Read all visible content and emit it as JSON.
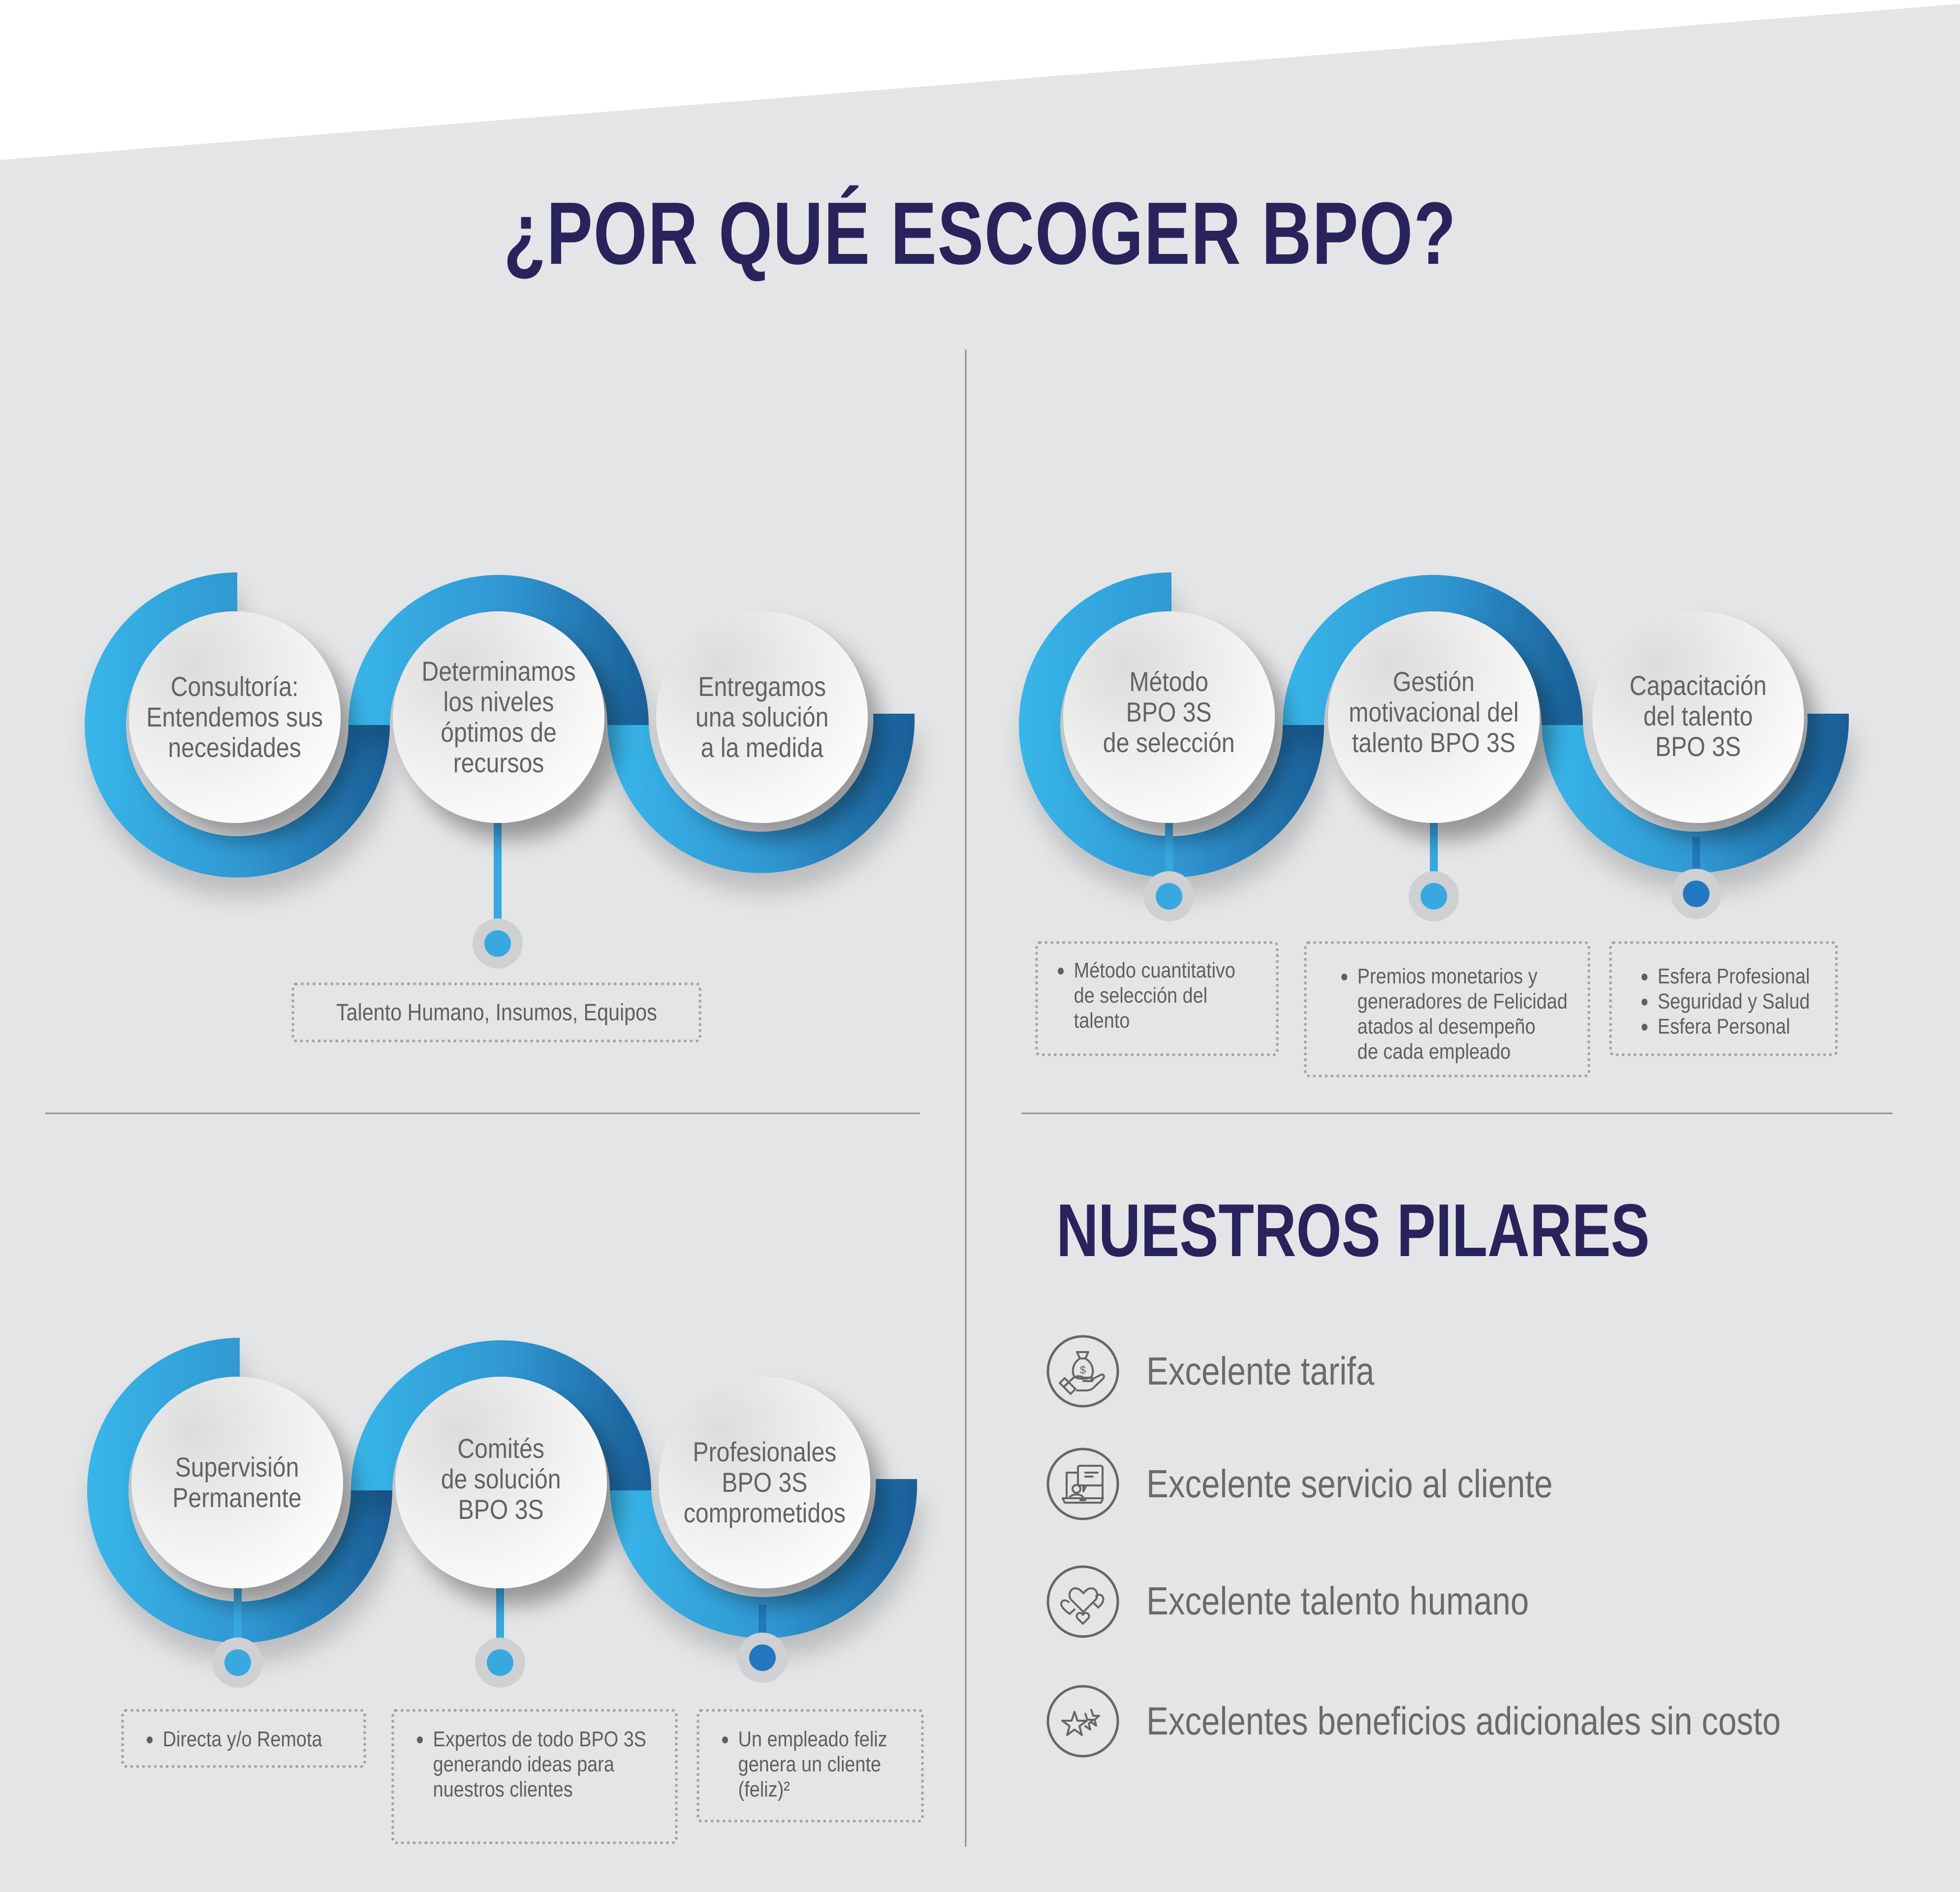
{
  "header": {
    "title": "¿POR QUÉ ESCOGER BPO?"
  },
  "colors": {
    "title": "#29235C",
    "background": "#E4E5E7",
    "top_band": "#FFFFFF",
    "arc_light": "#38B6EA",
    "arc_mid": "#2F95D0",
    "arc_dark": "#1A5E97",
    "node_light": "#38A8E0",
    "node_dark": "#2278C0",
    "text": "#636363",
    "divider": "#8E8F91"
  },
  "groups": [
    {
      "id": "group-1",
      "steps": [
        {
          "label": "Consultoría:\nEntendemos sus\nnecesidades"
        },
        {
          "label": "Determinamos\nlos niveles\nóptimos de\nrecursos"
        },
        {
          "label": "Entregamos\nuna solución\na la medida"
        }
      ],
      "notes": [
        {
          "step": 2,
          "items": [
            "Talento Humano, Insumos, Equipos"
          ],
          "bulleted": false
        }
      ]
    },
    {
      "id": "group-2",
      "steps": [
        {
          "label": "Método\nBPO 3S\nde selección"
        },
        {
          "label": "Gestión\nmotivacional del\ntalento BPO 3S"
        },
        {
          "label": "Capacitación\ndel talento\nBPO 3S"
        }
      ],
      "notes": [
        {
          "step": 1,
          "items": [
            "Método cuantitativo\nde selección del\ntalento"
          ],
          "bulleted": true
        },
        {
          "step": 2,
          "items": [
            "Premios monetarios y\ngeneradores de Felicidad\natados al desempeño\nde cada empleado"
          ],
          "bulleted": true
        },
        {
          "step": 3,
          "items": [
            "Esfera Profesional",
            "Seguridad y Salud",
            "Esfera Personal"
          ],
          "bulleted": true
        }
      ]
    },
    {
      "id": "group-3",
      "steps": [
        {
          "label": "Supervisión\nPermanente"
        },
        {
          "label": "Comités\nde solución\nBPO 3S"
        },
        {
          "label": "Profesionales\nBPO 3S\ncomprometidos"
        }
      ],
      "notes": [
        {
          "step": 1,
          "items": [
            "Directa y/o Remota"
          ],
          "bulleted": true
        },
        {
          "step": 2,
          "items": [
            "Expertos de todo BPO 3S\ngenerando ideas para\nnuestros clientes"
          ],
          "bulleted": true
        },
        {
          "step": 3,
          "items": [
            "Un empleado feliz\ngenera un cliente\n(feliz)²"
          ],
          "bulleted": true
        }
      ]
    }
  ],
  "pillars": {
    "title": "NUESTROS PILARES",
    "items": [
      {
        "icon": "money-bag-hand-icon",
        "label": "Excelente tarifa"
      },
      {
        "icon": "laptop-chat-support-icon",
        "label": "Excelente servicio al cliente"
      },
      {
        "icon": "hearts-icon",
        "label": "Excelente talento humano"
      },
      {
        "icon": "stars-icon",
        "label": "Excelentes beneficios adicionales sin costo"
      }
    ]
  }
}
